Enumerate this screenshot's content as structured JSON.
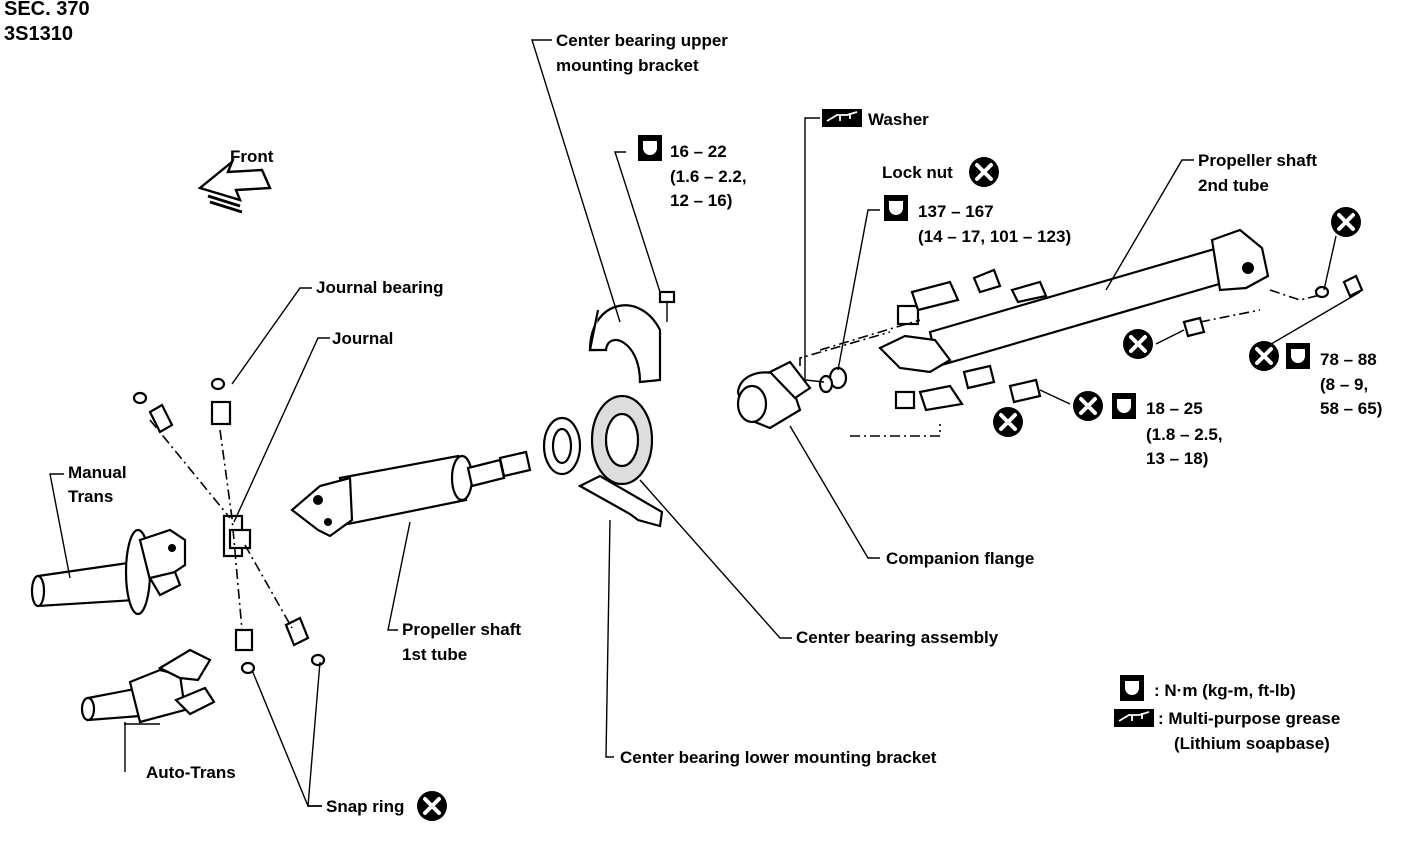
{
  "header": {
    "section": "SEC. 370",
    "code": "3S1310"
  },
  "labels": {
    "front": "Front",
    "upper_bracket_1": "Center bearing upper",
    "upper_bracket_2": "mounting bracket",
    "torque_upper_1": "16 – 22",
    "torque_upper_2": "(1.6 – 2.2,",
    "torque_upper_3": "12 – 16)",
    "washer": "Washer",
    "lock_nut": "Lock nut",
    "torque_flange_1": "137 – 167",
    "torque_flange_2": "(14 – 17, 101 – 123)",
    "shaft_2nd_1": "Propeller shaft",
    "shaft_2nd_2": "2nd tube",
    "journal_bearing": "Journal bearing",
    "journal": "Journal",
    "manual_trans_1": "Manual",
    "manual_trans_2": "Trans",
    "torque_rear_1": "78 – 88",
    "torque_rear_2": "(8 – 9,",
    "torque_rear_3": "58 – 65)",
    "torque_mid_1": "18 – 25",
    "torque_mid_2": "(1.8 – 2.5,",
    "torque_mid_3": "13 – 18)",
    "companion_flange": "Companion flange",
    "shaft_1st_1": "Propeller shaft",
    "shaft_1st_2": "1st tube",
    "center_bearing_assembly": "Center bearing assembly",
    "auto_trans": "Auto-Trans",
    "lower_bracket": "Center bearing lower mounting bracket",
    "snap_ring": "Snap ring"
  },
  "legend": {
    "torque_unit": ": N·m (kg-m, ft-lb)",
    "grease_1": ": Multi-purpose grease",
    "grease_2": "(Lithium soapbase)"
  },
  "icons": [
    "torque-wrench-icon",
    "grease-icon",
    "replace-part-x-icon",
    "front-arrow-icon"
  ]
}
